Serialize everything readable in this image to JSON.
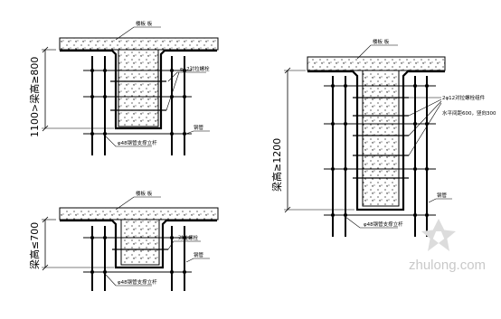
{
  "figure": {
    "detail_1": {
      "slab_label": "楼板 板",
      "bolt_label": "φ12对拉螺栓",
      "pole_label": "钢管",
      "base_label": "φ48钢管支撑立杆",
      "dimension_label": "1100>梁高≥800"
    },
    "detail_2": {
      "slab_label": "楼板 板",
      "bolt_label": "对拉螺栓",
      "pole_label": "钢管",
      "base_label": "φ48钢管支撑立杆",
      "dimension_label": "梁高≤700"
    },
    "detail_3": {
      "slab_label": "楼板 板",
      "bolt_label_1": "2φ12对拉螺栓组件",
      "bolt_label_2": "水平间距600，竖向300",
      "pole_label": "钢管",
      "base_label": "φ48钢管支撑立杆",
      "dimension_label": "梁高≥1200"
    },
    "watermark": "zhulong.com"
  }
}
